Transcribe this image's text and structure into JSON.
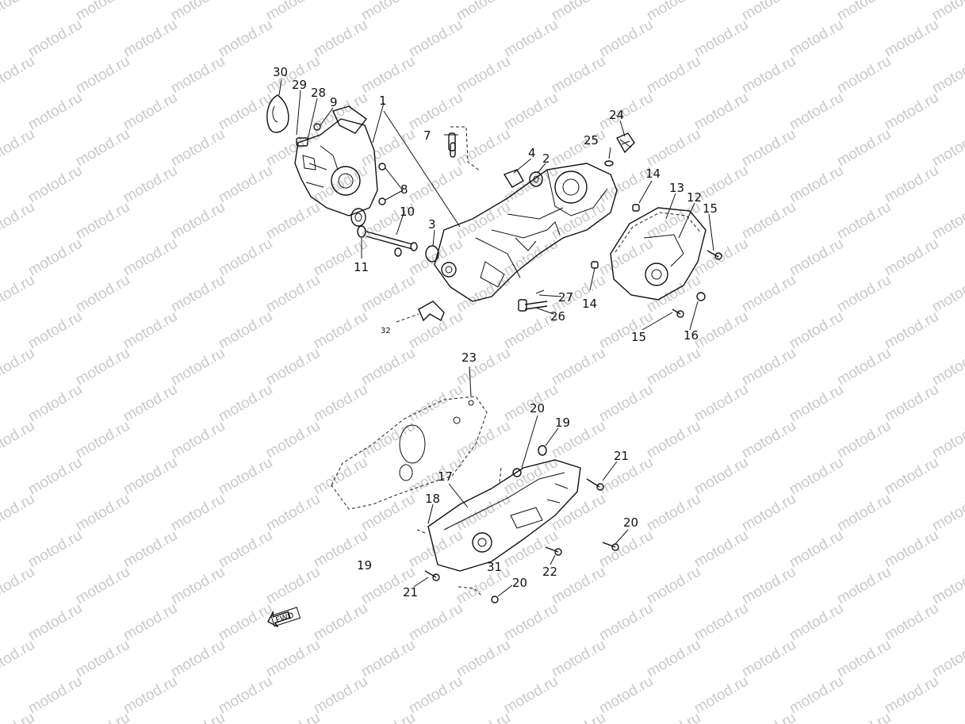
{
  "watermark": {
    "text": "motod.ru"
  },
  "callouts": [
    {
      "id": "30",
      "label": "30"
    },
    {
      "id": "29",
      "label": "29"
    },
    {
      "id": "28",
      "label": "28"
    },
    {
      "id": "9",
      "label": "9"
    },
    {
      "id": "1",
      "label": "1"
    },
    {
      "id": "7",
      "label": "7"
    },
    {
      "id": "8",
      "label": "8"
    },
    {
      "id": "10",
      "label": "10"
    },
    {
      "id": "11",
      "label": "11"
    },
    {
      "id": "3",
      "label": "3"
    },
    {
      "id": "4",
      "label": "4"
    },
    {
      "id": "2",
      "label": "2"
    },
    {
      "id": "24",
      "label": "24"
    },
    {
      "id": "25",
      "label": "25"
    },
    {
      "id": "14a",
      "label": "14"
    },
    {
      "id": "13",
      "label": "13"
    },
    {
      "id": "12",
      "label": "12"
    },
    {
      "id": "15a",
      "label": "15"
    },
    {
      "id": "14b",
      "label": "14"
    },
    {
      "id": "27",
      "label": "27"
    },
    {
      "id": "26",
      "label": "26"
    },
    {
      "id": "32",
      "label": "32"
    },
    {
      "id": "15b",
      "label": "15"
    },
    {
      "id": "16",
      "label": "16"
    },
    {
      "id": "23",
      "label": "23"
    },
    {
      "id": "20a",
      "label": "20"
    },
    {
      "id": "19a",
      "label": "19"
    },
    {
      "id": "21a",
      "label": "21"
    },
    {
      "id": "17",
      "label": "17"
    },
    {
      "id": "18",
      "label": "18"
    },
    {
      "id": "20b",
      "label": "20"
    },
    {
      "id": "19b",
      "label": "19"
    },
    {
      "id": "31",
      "label": "31"
    },
    {
      "id": "22",
      "label": "22"
    },
    {
      "id": "21b",
      "label": "21"
    },
    {
      "id": "20c",
      "label": "20"
    }
  ],
  "fwd_mark": {
    "label": "FWD"
  }
}
